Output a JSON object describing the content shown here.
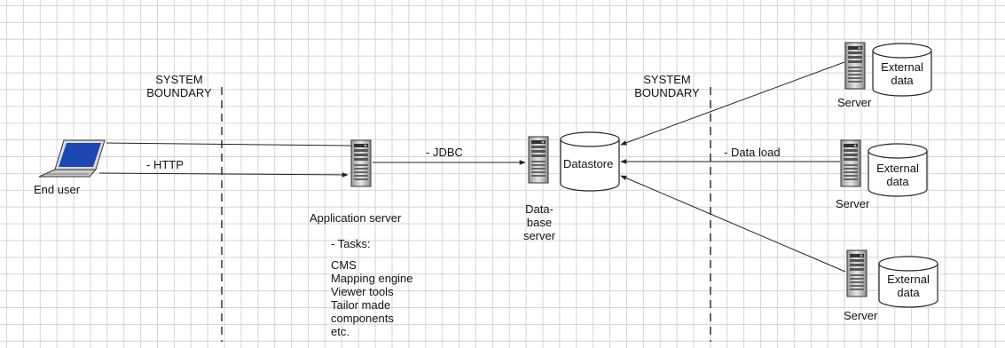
{
  "boundaries": {
    "left": {
      "line1": "SYSTEM",
      "line2": "BOUNDARY"
    },
    "right": {
      "line1": "SYSTEM",
      "line2": "BOUNDARY"
    }
  },
  "nodes": {
    "end_user": {
      "label": "End user"
    },
    "app_server": {
      "label": "Application server"
    },
    "db_server": {
      "line1": "Data-",
      "line2": "base",
      "line3": "server"
    },
    "datastore": {
      "label": "Datastore"
    },
    "server_top": {
      "label": "Server",
      "db_line1": "External",
      "db_line2": "data"
    },
    "server_mid": {
      "label": "Server",
      "db_line1": "External",
      "db_line2": "data"
    },
    "server_bottom": {
      "label": "Server",
      "db_line1": "External",
      "db_line2": "data"
    }
  },
  "connections": {
    "http": "- HTTP",
    "jdbc": "- JDBC",
    "data_load": "- Data load"
  },
  "tasks": {
    "heading": "- Tasks:",
    "items": [
      "CMS",
      "Mapping engine",
      "Viewer tools",
      "Tailor made",
      "components",
      "etc."
    ]
  }
}
